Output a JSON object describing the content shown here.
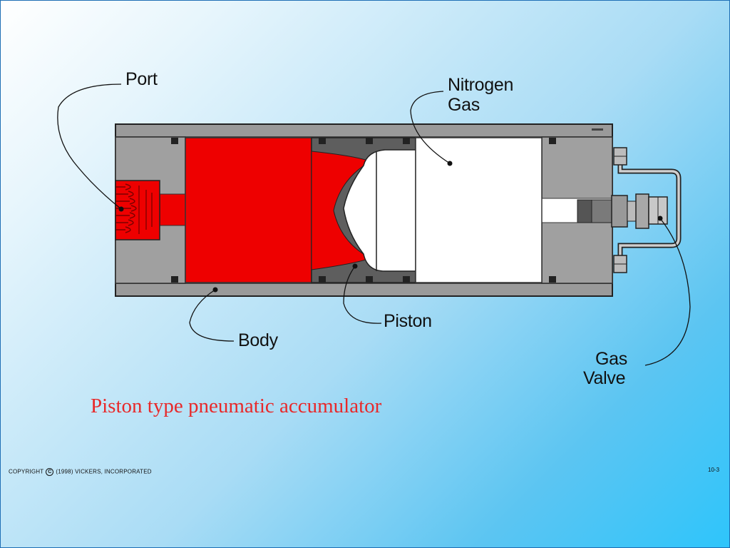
{
  "labels": {
    "port": "Port",
    "nitrogen_line1": "Nitrogen",
    "nitrogen_line2": "Gas",
    "piston": "Piston",
    "body": "Body",
    "gas_valve_line1": "Gas",
    "gas_valve_line2": "Valve"
  },
  "caption": "Piston type pneumatic accumulator",
  "footer": {
    "copyright_prefix": "COPYRIGHT",
    "copyright_icon": "copyright-icon",
    "copyright_symbol": "C",
    "copyright_suffix": "(1998) VICKERS, INCORPORATED",
    "page_number": "10-3"
  },
  "colors": {
    "body_gray": "#9a9a9a",
    "dark_gray": "#606060",
    "fluid_red": "#ee0000",
    "gas_white": "#ffffff",
    "caption_red": "#e8292a"
  }
}
